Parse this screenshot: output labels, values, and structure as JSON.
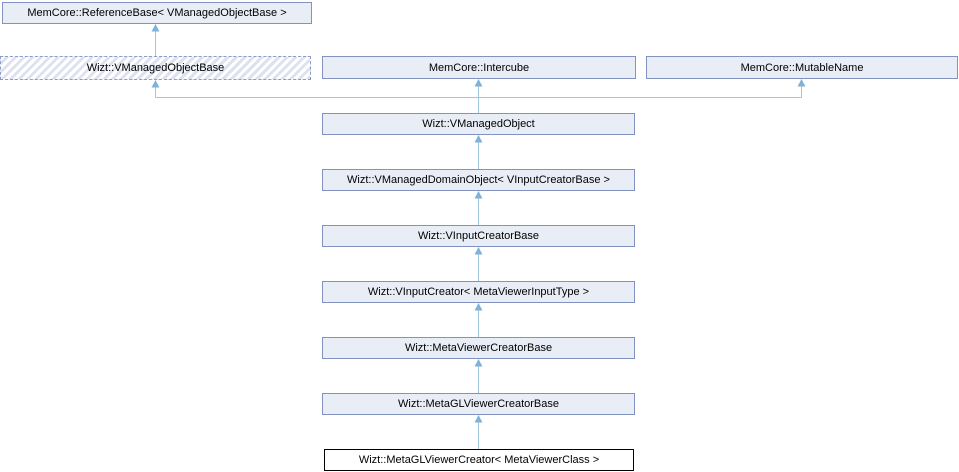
{
  "diagram": {
    "type": "class-inheritance-graph",
    "background_color": "#ffffff",
    "colors": {
      "node_fill": "#e8edf6",
      "node_border": "#8393c1",
      "hatch_stripe": "#dde1f0",
      "edge_line": "#9ec6e0",
      "edge_arrowhead": "#7fb2d6",
      "current_node_border": "#000000",
      "current_node_fill": "#ffffff",
      "text": "#000000"
    },
    "current_node": "Wizt::MetaGLViewerCreator< MetaViewerClass >",
    "nodes": [
      {
        "id": "referencebase",
        "label": "MemCore::ReferenceBase< VManagedObjectBase >",
        "style": "solid"
      },
      {
        "id": "vmanagedobjectbase",
        "label": "Wizt::VManagedObjectBase",
        "style": "dashed-hatched"
      },
      {
        "id": "intercube",
        "label": "MemCore::Intercube",
        "style": "solid"
      },
      {
        "id": "mutablename",
        "label": "MemCore::MutableName",
        "style": "solid"
      },
      {
        "id": "vmanagedobject",
        "label": "Wizt::VManagedObject",
        "style": "solid"
      },
      {
        "id": "vmanageddomainobject",
        "label": "Wizt::VManagedDomainObject< VInputCreatorBase >",
        "style": "solid"
      },
      {
        "id": "vinputcreatorbase",
        "label": "Wizt::VInputCreatorBase",
        "style": "solid"
      },
      {
        "id": "vinputcreator",
        "label": "Wizt::VInputCreator< MetaViewerInputType >",
        "style": "solid"
      },
      {
        "id": "metaviewercreatorbase",
        "label": "Wizt::MetaViewerCreatorBase",
        "style": "solid"
      },
      {
        "id": "metaglviewercreatorbase",
        "label": "Wizt::MetaGLViewerCreatorBase",
        "style": "solid"
      },
      {
        "id": "metaglviewercreator",
        "label": "Wizt::MetaGLViewerCreator< MetaViewerClass >",
        "style": "current"
      }
    ],
    "edges": [
      {
        "from": "vmanagedobjectbase",
        "to": "referencebase"
      },
      {
        "from": "vmanagedobject",
        "to": "vmanagedobjectbase"
      },
      {
        "from": "vmanagedobject",
        "to": "intercube"
      },
      {
        "from": "vmanagedobject",
        "to": "mutablename"
      },
      {
        "from": "vmanageddomainobject",
        "to": "vmanagedobject"
      },
      {
        "from": "vinputcreatorbase",
        "to": "vmanageddomainobject"
      },
      {
        "from": "vinputcreator",
        "to": "vinputcreatorbase"
      },
      {
        "from": "metaviewercreatorbase",
        "to": "vinputcreator"
      },
      {
        "from": "metaglviewercreatorbase",
        "to": "metaviewercreatorbase"
      },
      {
        "from": "metaglviewercreator",
        "to": "metaglviewercreatorbase"
      }
    ]
  }
}
